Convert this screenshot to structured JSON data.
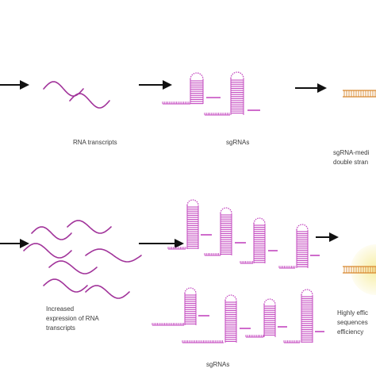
{
  "colors": {
    "rna": "#a1339a",
    "sgrna": "#c347bf",
    "arrow": "#111111",
    "label": "#3a3a3a",
    "dna_orange": "#d8882f",
    "dna_glow": "#f7eea3"
  },
  "top_row": {
    "rna_label": "RNA transcripts",
    "sgrna_label": "sgRNAs",
    "result_label_line1": "sgRNA-medi",
    "result_label_line2": "double stran"
  },
  "bottom_row": {
    "rna_label_line1": "Increased",
    "rna_label_line2": "expression of RNA",
    "rna_label_line3": "transcripts",
    "sgrna_label": "sgRNAs",
    "result_label_line1": "Highly effic",
    "result_label_line2": "sequences",
    "result_label_line3": "efficiency"
  }
}
